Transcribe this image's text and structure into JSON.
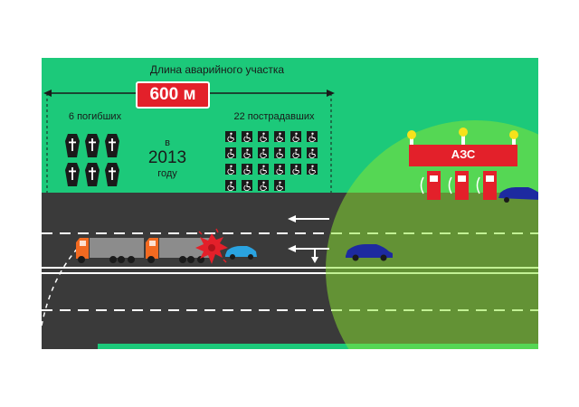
{
  "header": {
    "section_label": "Длина аварийного участка",
    "length": "600 м"
  },
  "stats": {
    "deaths_label": "6 погибших",
    "deaths_count": 6,
    "injured_label": "22 пострадавших",
    "injured_count": 22,
    "year_prefix": "в",
    "year": "2013",
    "year_suffix": "году"
  },
  "gas_station": {
    "label": "АЗС"
  },
  "colors": {
    "grass": "#1cc97a",
    "road": "#3a3a3a",
    "danger_zone": "#8ae432",
    "accent_red": "#e3202a",
    "truck_trailer": "#8c8c8c",
    "truck_cab": "#f26a21",
    "car_light_blue": "#2aa3e0",
    "car_dark_blue": "#1d2aa0"
  },
  "icons": {
    "coffin": "coffin-cross-icon",
    "injured": "wheelchair-icon",
    "crash": "explosion-icon"
  }
}
